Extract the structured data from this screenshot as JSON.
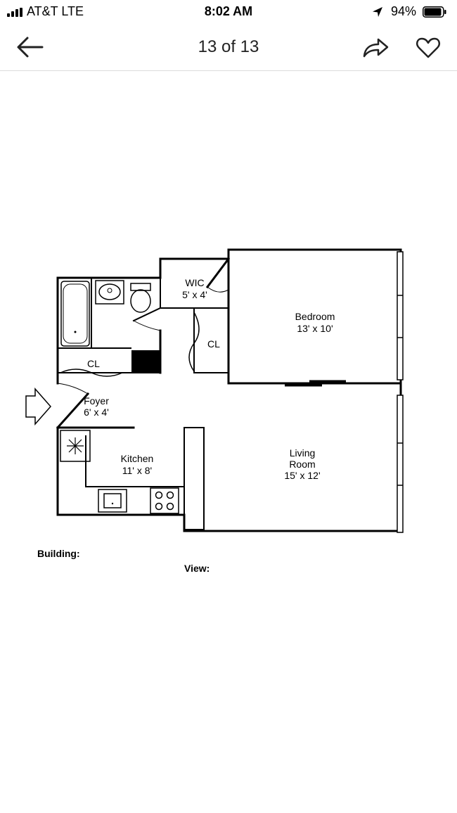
{
  "status_bar": {
    "carrier": "AT&T  LTE",
    "time": "8:02 AM",
    "battery_percent": "94%",
    "signal_bars": 4,
    "battery_level": 0.94,
    "location_icon": "location-arrow-icon"
  },
  "nav": {
    "title": "13 of 13",
    "back_icon": "arrow-left-icon",
    "share_icon": "share-arrow-icon",
    "favorite_icon": "heart-outline-icon"
  },
  "floorplan": {
    "rooms": {
      "wic": {
        "name": "WIC",
        "size": "5' x 4'"
      },
      "bedroom": {
        "name": "Bedroom",
        "size": "13' x 10'"
      },
      "closet_bedroom": {
        "name": "CL"
      },
      "closet_bath": {
        "name": "CL"
      },
      "foyer": {
        "name": "Foyer",
        "size": "6' x 4'"
      },
      "kitchen": {
        "name": "Kitchen",
        "size": "11' x 8'"
      },
      "living_room": {
        "name_line1": "Living",
        "name_line2": "Room",
        "size": "15' x 12'"
      }
    },
    "building_label": "Building:",
    "view_label": "View:"
  }
}
